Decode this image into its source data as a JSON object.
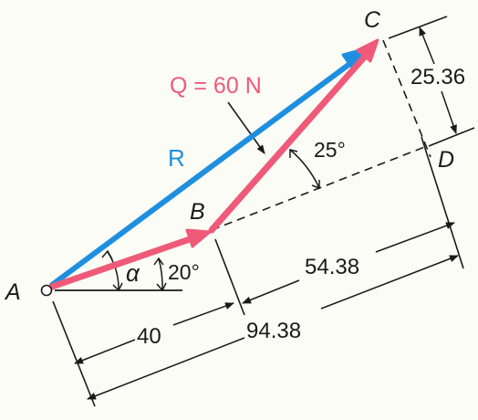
{
  "labels": {
    "point_a": "A",
    "point_b": "B",
    "point_c": "C",
    "point_d": "D",
    "vector_r": "R",
    "vector_q": "Q = 60 N",
    "angle_alpha": "α",
    "angle_20": "20°",
    "angle_25": "25°"
  },
  "dimensions": {
    "ab": "40",
    "bd": "54.38",
    "ad": "94.38",
    "cd": "25.36"
  },
  "colors": {
    "resultant": "#1e8fe0",
    "force": "#ef5a78",
    "line": "#1a1a1a",
    "background": "#fbfcf5"
  }
}
